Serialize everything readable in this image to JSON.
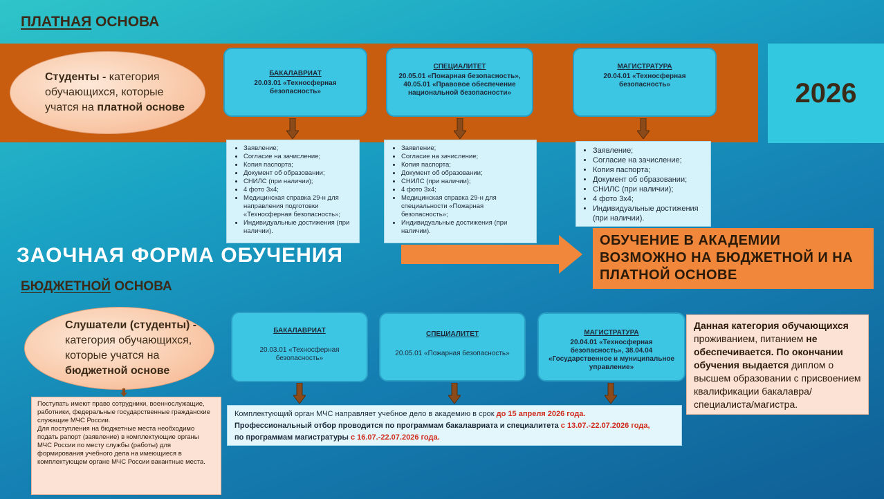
{
  "paid": {
    "heading_underlined": "ПЛАТНАЯ",
    "heading_rest": " ОСНОВА",
    "oval": {
      "bold1": "Студенты -",
      "text1": " категория обучающихся, которые учатся на ",
      "bold2": "платной основе"
    },
    "programs": [
      {
        "title": "БАКАЛАВРИАТ",
        "text": "20.03.01 «Техносферная безопасность»"
      },
      {
        "title": "СПЕЦИАЛИТЕТ",
        "text": "20.05.01 «Пожарная безопасность», 40.05.01 «Правовое обеспечение национальной безопасности»"
      },
      {
        "title": "МАГИСТРАТУРА",
        "text": "20.04.01 «Техносферная безопасность»"
      }
    ],
    "lists": [
      [
        "Заявление;",
        "Согласие на зачисление;",
        "Копия паспорта;",
        "Документ об образовании;",
        "СНИЛС (при наличии);",
        "4 фото 3х4;",
        "Медицинская справка 29-н для направления подготовки «Техносферная безопасность»;",
        "Индивидуальные достижения (при наличии)."
      ],
      [
        "Заявление;",
        "Согласие на зачисление;",
        "Копия паспорта;",
        "Документ об образовании;",
        "СНИЛС (при наличии);",
        "4 фото 3х4;",
        "Медицинская справка 29-н для специальности «Пожарная безопасность»;",
        "Индивидуальные достижения (при наличии)."
      ],
      [
        "Заявление;",
        "Согласие на зачисление;",
        "Копия паспорта;",
        "Документ об образовании;",
        "СНИЛС (при наличии);",
        "4 фото 3х4;",
        "Индивидуальные достижения (при наличии)."
      ]
    ]
  },
  "year": "2026",
  "form_title": "ЗАОЧНАЯ ФОРМА ОБУЧЕНИЯ",
  "academy_note": "ОБУЧЕНИЕ В АКАДЕМИИ ВОЗМОЖНО НА БЮДЖЕТНОЙ И НА ПЛАТНОЙ ОСНОВЕ",
  "budget": {
    "heading_underlined": "БЮДЖЕТНОЙ",
    "heading_rest": " ОСНОВА",
    "oval": {
      "bold1": "Слушатели (студенты) -",
      "text1": " категория обучающихся, которые учатся на ",
      "bold2": "бюджетной основе"
    },
    "programs": [
      {
        "title": "БАКАЛАВРИАТ",
        "text": "20.03.01 «Техносферная безопасность»"
      },
      {
        "title": "СПЕЦИАЛИТЕТ",
        "text": "20.05.01 «Пожарная безопасность»"
      },
      {
        "title": "МАГИСТРАТУРА",
        "text": "20.04.01 «Техносферная безопасность», 38.04.04 «Государственное и муниципальное управление»"
      }
    ],
    "rights_text": "Поступать имеют право сотрудники, военнослужащие, работники, федеральные государственные гражданские служащие МЧС России.",
    "rights_text2": "Для поступления на бюджетные места необходимо подать рапорт (заявление) в комплектующие органы МЧС России по месту службы (работы) для формирования учебного дела на имеющиеся в комплектующем органе МЧС России вакантные места.",
    "process": {
      "line1_a": "Комплектующий орган МЧС направляет учебное дело в академию в срок ",
      "line1_red": "до 15 апреля 2026 года.",
      "line2_a": "Профессиональный отбор проводится по программам бакалавриата и специалитета ",
      "line2_red": "с 13.07.-22.07.2026 года,",
      "line3_a": "по программам магистратуры ",
      "line3_red": "с 16.07.-22.07.2026 года."
    },
    "note": {
      "b1": "Данная категория обучающихся",
      "t1": " проживанием, питанием ",
      "b2": "не обеспечивается. По окончании обучения выдается",
      "t2": " диплом о высшем образовании с присвоением квалификации бакалавра/специалиста/магистра."
    }
  }
}
